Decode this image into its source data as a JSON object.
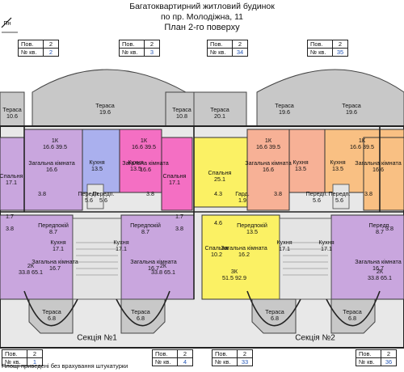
{
  "title": {
    "line1": "Багатоквартирний житловий будинок",
    "line2": "по пр. Молодіжна, 11",
    "line3": "План 2-го поверху"
  },
  "corner_label": "Пн",
  "info_boxes": [
    {
      "id": "b2",
      "floor_label": "Пов.",
      "floor": "2",
      "apt_label": "№ кв.",
      "apt": "2"
    },
    {
      "id": "b3",
      "floor_label": "Пов.",
      "floor": "2",
      "apt_label": "№ кв.",
      "apt": "3"
    },
    {
      "id": "b34",
      "floor_label": "Пов.",
      "floor": "2",
      "apt_label": "№ кв.",
      "apt": "34"
    },
    {
      "id": "b35",
      "floor_label": "Пов.",
      "floor": "2",
      "apt_label": "№ кв.",
      "apt": "35"
    },
    {
      "id": "b1",
      "floor_label": "Пов.",
      "floor": "2",
      "apt_label": "№ кв.",
      "apt": "1"
    },
    {
      "id": "b4",
      "floor_label": "Пов.",
      "floor": "2",
      "apt_label": "№ кв.",
      "apt": "4"
    },
    {
      "id": "b33",
      "floor_label": "Пов.",
      "floor": "2",
      "apt_label": "№ кв.",
      "apt": "33"
    },
    {
      "id": "b36",
      "floor_label": "Пов.",
      "floor": "2",
      "apt_label": "№ кв.",
      "apt": "36"
    }
  ],
  "sections": [
    "Секція №1",
    "Секція №2"
  ],
  "note": "Площі приведені без врахування штукатурки",
  "colors": {
    "apt_violet": "#c9a6de",
    "apt_blue": "#aab0ee",
    "apt_pink": "#f46fc3",
    "apt_yellow": "#fbf164",
    "apt_peach": "#f7b196",
    "apt_orange": "#f9c083",
    "terrace": "#c8c8c8",
    "core": "#e4e4e4",
    "apt_number": "#2457b6"
  },
  "rooms": [
    {
      "name": "Тераса",
      "area": "10.6"
    },
    {
      "name": "Тераса",
      "area": "19.6"
    },
    {
      "name": "Тераса",
      "area": "10.8"
    },
    {
      "name": "Тераса",
      "area": "20.1"
    },
    {
      "name": "Тераса",
      "area": "19.6"
    },
    {
      "name": "Тераса",
      "area": "19.6"
    },
    {
      "name": "1К",
      "area": "16.6 39.5"
    },
    {
      "name": "1К",
      "area": "16.6 39.5"
    },
    {
      "name": "1К",
      "area": "16.6 39.5"
    },
    {
      "name": "1К",
      "area": "16.6 39.5"
    },
    {
      "name": "Спальня",
      "area": "17.1"
    },
    {
      "name": "Загальна кімната",
      "area": "16.6"
    },
    {
      "name": "Кухня",
      "area": "13.5"
    },
    {
      "name": "Кухня",
      "area": "13.5"
    },
    {
      "name": "Загальна кімната",
      "area": "16.6"
    },
    {
      "name": "Спальня",
      "area": "17.1"
    },
    {
      "name": "Спальня",
      "area": "25.1"
    },
    {
      "name": "Загальна кімната",
      "area": "16.6"
    },
    {
      "name": "Кухня",
      "area": "13.5"
    },
    {
      "name": "Кухня",
      "area": "13.5"
    },
    {
      "name": "Загальна кімната",
      "area": "16.6"
    },
    {
      "name": "",
      "area": "3.8"
    },
    {
      "name": "Передп.",
      "area": "5.6"
    },
    {
      "name": "Передп.",
      "area": "5.6"
    },
    {
      "name": "",
      "area": "3.8"
    },
    {
      "name": "",
      "area": "4.3"
    },
    {
      "name": "Гард.",
      "area": "1.9"
    },
    {
      "name": "",
      "area": "3.8"
    },
    {
      "name": "Передп.",
      "area": "5.6"
    },
    {
      "name": "Передп.",
      "area": "5.6"
    },
    {
      "name": "",
      "area": "3.8"
    },
    {
      "name": "",
      "area": "1.7"
    },
    {
      "name": "",
      "area": "1.7"
    },
    {
      "name": "Передпокій",
      "area": "8.7"
    },
    {
      "name": "Передпокій",
      "area": "8.7"
    },
    {
      "name": "",
      "area": "3.8"
    },
    {
      "name": "",
      "area": "3.8"
    },
    {
      "name": "",
      "area": "4.6"
    },
    {
      "name": "Передпокій",
      "area": "13.5"
    },
    {
      "name": "Передп.",
      "area": "8.7"
    },
    {
      "name": "",
      "area": "3.8"
    },
    {
      "name": "Кухня",
      "area": "17.1"
    },
    {
      "name": "Кухня",
      "area": "17.1"
    },
    {
      "name": "Спальня",
      "area": "10.2"
    },
    {
      "name": "Загальна кімната",
      "area": "16.2"
    },
    {
      "name": "Кухня",
      "area": "17.1"
    },
    {
      "name": "Кухня",
      "area": "17.1"
    },
    {
      "name": "Загальна кімната",
      "area": "16.7"
    },
    {
      "name": "Загальна кімната",
      "area": "16.7"
    },
    {
      "name": "Загальна кімната",
      "area": "16.7"
    },
    {
      "name": "2К",
      "area": "33.8 65.1"
    },
    {
      "name": "2К",
      "area": "33.8 65.1"
    },
    {
      "name": "3К",
      "area": "51.5 92.9"
    },
    {
      "name": "2К",
      "area": "33.8 65.1"
    },
    {
      "name": "Тераса",
      "area": "6.8"
    },
    {
      "name": "Тераса",
      "area": "6.8"
    },
    {
      "name": "Тераса",
      "area": "6.8"
    },
    {
      "name": "Тераса",
      "area": "6.8"
    }
  ]
}
